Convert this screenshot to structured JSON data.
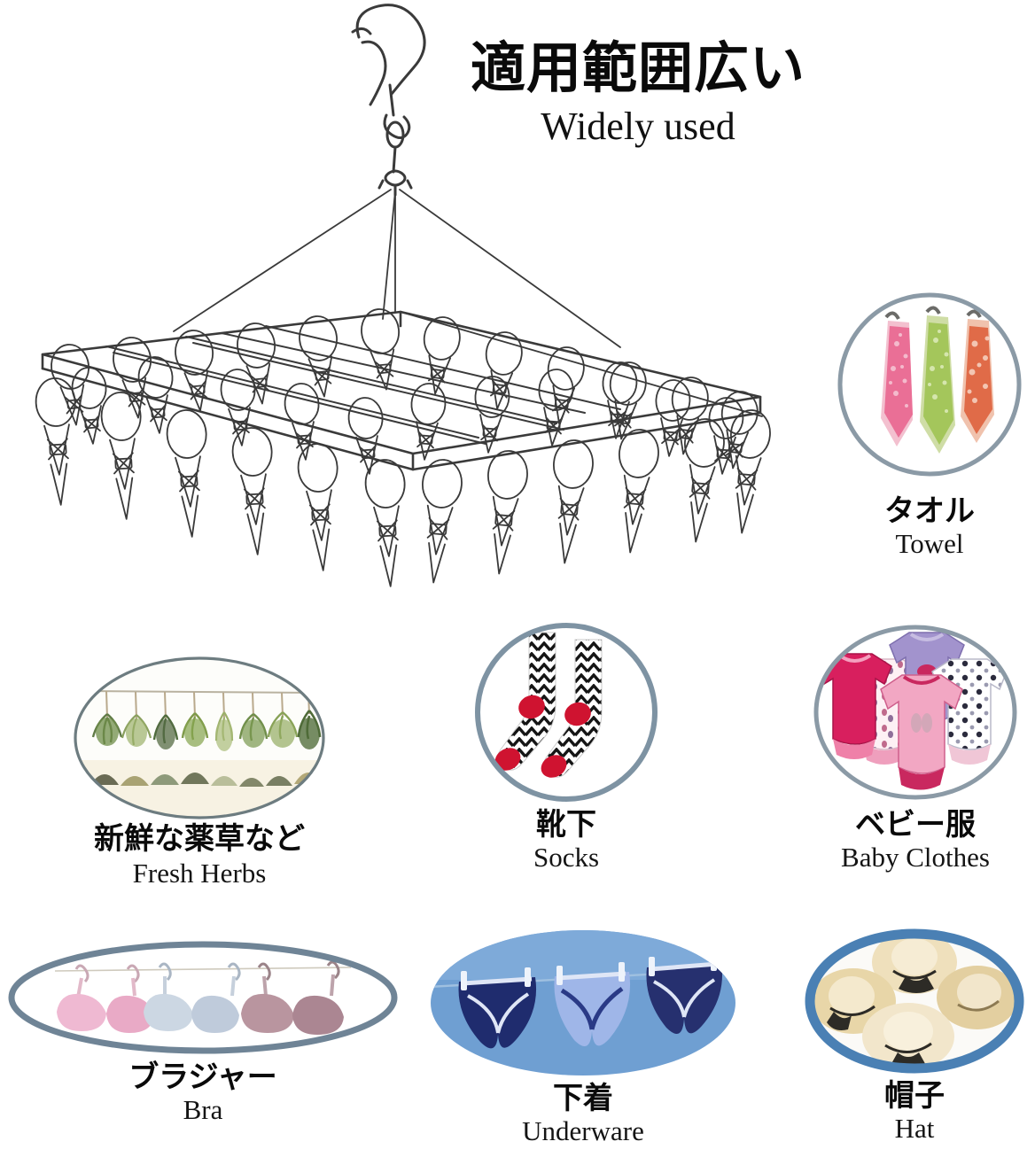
{
  "headline": {
    "jp": "適用範囲広い",
    "en": "Widely used"
  },
  "product": {
    "name": "stainless-steel-clip-drying-hanger",
    "clip_count": 36,
    "color": "#3a3a3a"
  },
  "palette": {
    "ring_grey_blue": "#8b9aa6",
    "ring_slate": "#6f8496",
    "ring_blue": "#4a80b4",
    "sky_fill": "#6f9fd2",
    "ink": "#0a0a0a"
  },
  "categories": [
    {
      "key": "towel",
      "jp": "タオル",
      "en": "Towel",
      "icon": "towel-icon",
      "shape": "circle",
      "ring_color": "#8b9aa6",
      "items": [
        "pink patterned towel",
        "green patterned towel",
        "orange patterned towel"
      ],
      "item_colors": [
        "#e8688f",
        "#9cc44e",
        "#e06a46"
      ]
    },
    {
      "key": "herbs",
      "jp": "新鮮な薬草など",
      "en": "Fresh Herbs",
      "icon": "herbs-icon",
      "shape": "ellipse-wide",
      "ring_color": "#6d7c80",
      "bunches": 8,
      "piles": 8,
      "item_colors": [
        "#5f7a45",
        "#8aa05f",
        "#4e6b3c",
        "#7f9a4a",
        "#9bb06a",
        "#6f8d4a",
        "#88a257",
        "#4f6b38"
      ]
    },
    {
      "key": "socks",
      "jp": "靴下",
      "en": "Socks",
      "icon": "socks-icon",
      "shape": "circle",
      "ring_color": "#7e93a3",
      "pattern": "black-white-chevron",
      "accent_color": "#cf1330"
    },
    {
      "key": "baby",
      "jp": "ベビー服",
      "en": "Baby Clothes",
      "icon": "baby-clothes-icon",
      "shape": "ellipse",
      "ring_color": "#8b9aa6",
      "item_colors": [
        "#d81f5e",
        "#a293cd",
        "#f2a7c3",
        "#ffffff"
      ]
    },
    {
      "key": "bra",
      "jp": "ブラジャー",
      "en": "Bra",
      "icon": "bra-icon",
      "shape": "ellipse-flat",
      "ring_color": "#6f8496",
      "item_colors": [
        "#efb9d2",
        "#c3cede",
        "#b594a0"
      ]
    },
    {
      "key": "underwear",
      "jp": "下着",
      "en": "Underware",
      "icon": "underwear-icon",
      "shape": "ellipse-filled",
      "fill_color": "#6f9fd2",
      "item_colors": [
        "#1f2c6e",
        "#9fb6e8",
        "#26306f"
      ]
    },
    {
      "key": "hat",
      "jp": "帽子",
      "en": "Hat",
      "icon": "hat-icon",
      "shape": "ellipse",
      "ring_color": "#4a80b4",
      "count": 4,
      "item_colors": [
        "#efe0bc",
        "#e8d6a8",
        "#f2e6cb",
        "#e3cfa0"
      ]
    }
  ]
}
